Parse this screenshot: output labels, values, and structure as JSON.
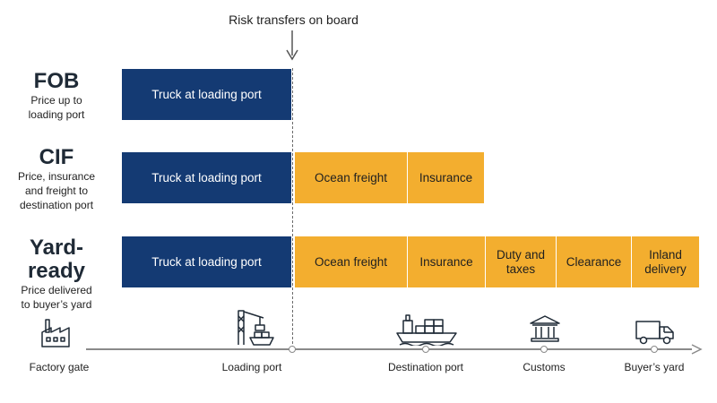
{
  "risk": {
    "label": "Risk transfers on board"
  },
  "rows": [
    {
      "title": "FOB",
      "subtitle": [
        "Price up to",
        "loading port"
      ],
      "segments": [
        {
          "label": "Truck at loading port"
        }
      ]
    },
    {
      "title": "CIF",
      "subtitle": [
        "Price, insurance",
        "and freight to",
        "destination port"
      ],
      "segments": [
        {
          "label": "Truck at loading port"
        },
        {
          "label": "Ocean freight"
        },
        {
          "label": "Insurance"
        }
      ]
    },
    {
      "title": "Yard-ready",
      "subtitle": [
        "Price delivered",
        "to buyer’s yard"
      ],
      "segments": [
        {
          "label": "Truck at loading port"
        },
        {
          "label": "Ocean freight"
        },
        {
          "label": "Insurance"
        },
        {
          "label": "Duty and\ntaxes"
        },
        {
          "label": "Clearance"
        },
        {
          "label": "Inland\ndelivery"
        }
      ]
    }
  ],
  "timeline": {
    "stops": [
      {
        "label": "Factory gate",
        "icon": "factory-icon"
      },
      {
        "label": "Loading port",
        "icon": "port-crane-icon"
      },
      {
        "label": "Destination port",
        "icon": "cargo-ship-icon"
      },
      {
        "label": "Customs",
        "icon": "customs-building-icon"
      },
      {
        "label": "Buyer’s yard",
        "icon": "delivery-truck-icon"
      }
    ]
  },
  "colors": {
    "navy": "#143a73",
    "gold": "#f3ae2f",
    "axis": "#8a8a8a"
  }
}
